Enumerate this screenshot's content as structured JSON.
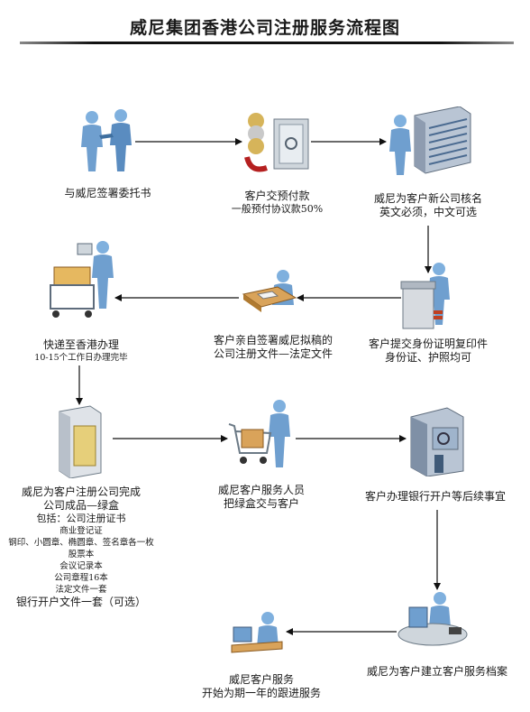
{
  "title": "威尼集团香港公司注册服务流程图",
  "steps": {
    "s1": {
      "lines": [
        "与威尼签署委托书"
      ],
      "icon": "handshake-icon"
    },
    "s2": {
      "lines": [
        "客户交预付款",
        "一般预付协议款50%"
      ],
      "icon": "payment-safe-icon"
    },
    "s3": {
      "lines": [
        "威尼为客户新公司核名",
        "英文必须，中文可选"
      ],
      "icon": "server-name-check-icon"
    },
    "s4": {
      "lines": [
        "客户提交身份证明复印件",
        "身份证、护照均可"
      ],
      "icon": "copier-icon"
    },
    "s5": {
      "lines": [
        "客户亲自签署威尼拟稿的",
        "公司注册文件—法定文件"
      ],
      "icon": "signing-desk-icon"
    },
    "s6": {
      "lines": [
        "快递至香港办理"
      ],
      "sub": "10-15个工作日办理完毕",
      "icon": "courier-cart-icon"
    },
    "s7": {
      "lines": [
        "威尼为客户注册公司完成",
        "公司成品—绿盒"
      ],
      "include_label": "包括：公司注册证书",
      "items": [
        "商业登记证",
        "钢印、小圆章、椭圆章、签名章各一枚",
        "股票本",
        "会议记录本",
        "公司章程16本",
        "法定文件一套"
      ],
      "last": "银行开户文件一套（可选）",
      "icon": "green-box-icon"
    },
    "s8": {
      "lines": [
        "威尼客户服务人员",
        "把绿盒交与客户"
      ],
      "icon": "delivery-cart-icon"
    },
    "s9": {
      "lines": [
        "客户办理银行开户等后续事宜"
      ],
      "icon": "bank-building-icon"
    },
    "s10": {
      "lines": [
        "威尼为客户建立客户服务档案"
      ],
      "icon": "computer-workstation-icon"
    },
    "s11": {
      "lines": [
        "威尼客户服务",
        "开始为期一年的跟进服务"
      ],
      "icon": "service-desk-icon"
    }
  },
  "colors": {
    "person": "#6f9fcf",
    "person_dark": "#3f6f9f",
    "line": "#111111",
    "box_green": "#e6cf7a"
  }
}
